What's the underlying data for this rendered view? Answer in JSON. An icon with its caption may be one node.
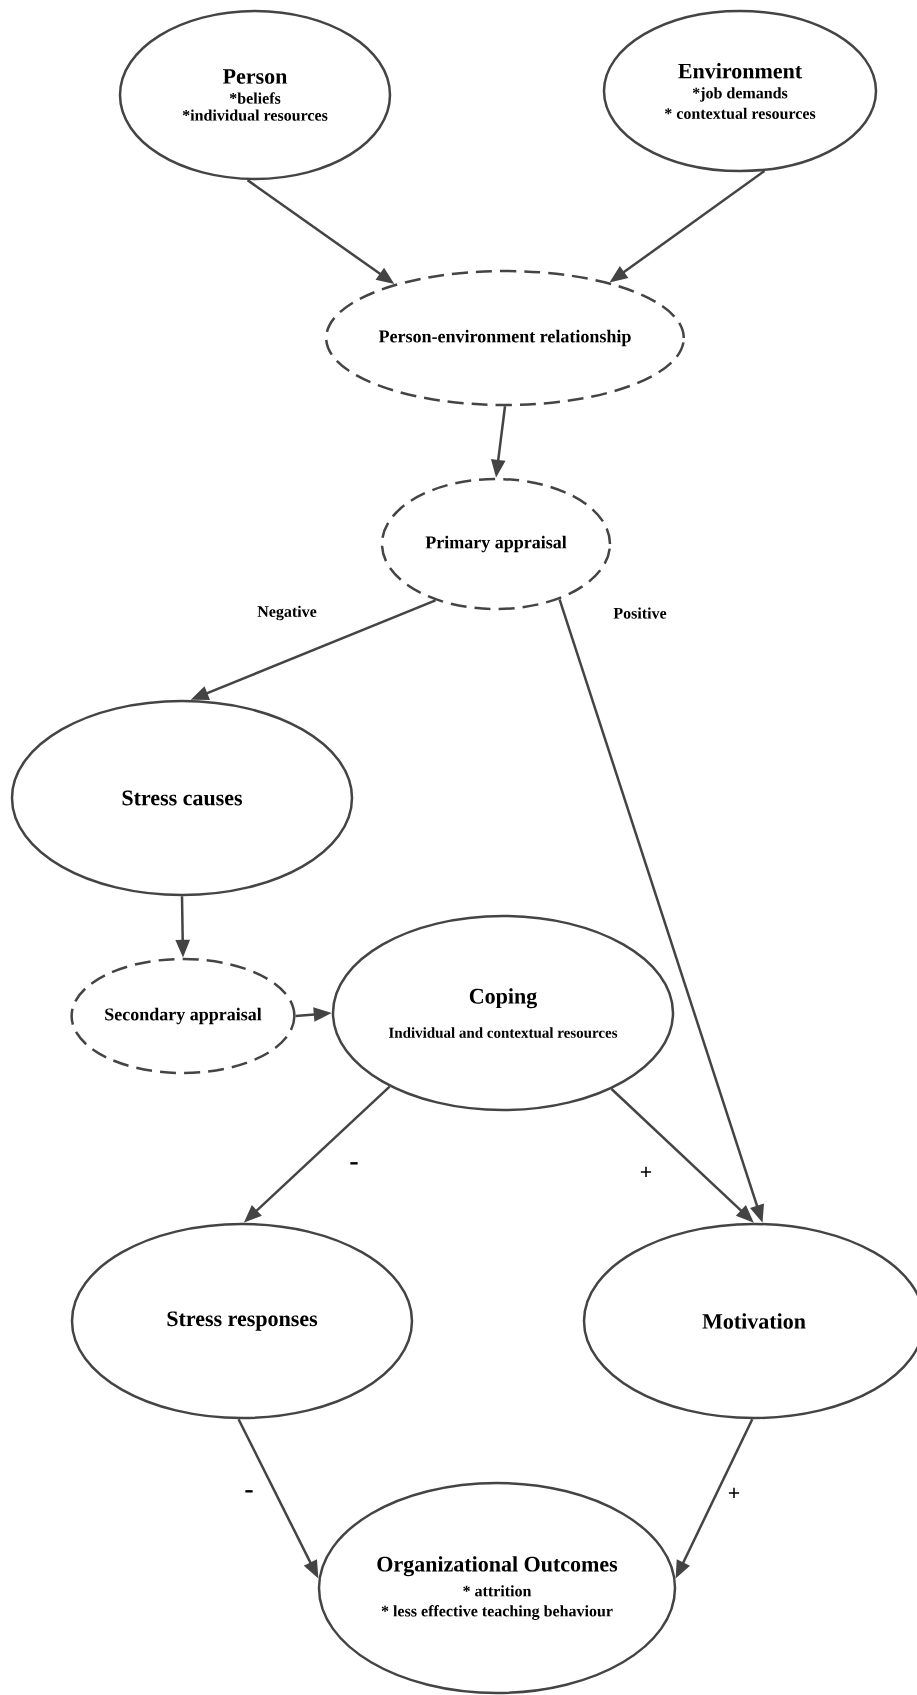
{
  "diagram": {
    "nodes": [
      {
        "text": [
          "Person",
          "*beliefs",
          "*individual resources"
        ]
      },
      {
        "text": [
          "Environment",
          "*job demands",
          "* contextual resources"
        ]
      },
      {
        "text": [
          "Person-environment relationship"
        ]
      },
      {
        "text": [
          "Primary appraisal"
        ]
      },
      {
        "text": [
          "Stress causes"
        ]
      },
      {
        "text": [
          "Secondary appraisal"
        ]
      },
      {
        "text": [
          "Coping",
          "Individual and contextual resources"
        ]
      },
      {
        "text": [
          "Stress responses"
        ]
      },
      {
        "text": [
          "Motivation"
        ]
      },
      {
        "text": [
          "Organizational Outcomes",
          "* attrition",
          "* less effective teaching behaviour"
        ]
      }
    ],
    "edges": [
      {
        "from": 0,
        "to": 2,
        "arrow": "to"
      },
      {
        "from": 1,
        "to": 2,
        "arrow": "to"
      },
      {
        "from": 2,
        "to": 3,
        "arrow": "to"
      },
      {
        "from": 3,
        "to": 4,
        "arrow": "to",
        "label": "Negative"
      },
      {
        "from": 3,
        "to": 8,
        "arrow": "to",
        "label": "Positive"
      },
      {
        "from": 4,
        "to": 5,
        "arrow": "to"
      },
      {
        "from": 5,
        "to": 6,
        "arrow": "to"
      },
      {
        "from": 6,
        "to": 7,
        "arrow": "to",
        "label": "-"
      },
      {
        "from": 6,
        "to": 8,
        "arrow": "to",
        "label": "+"
      },
      {
        "from": 7,
        "to": 9,
        "arrow": "to",
        "label": "-"
      },
      {
        "from": 8,
        "to": 9,
        "arrow": "to",
        "label": "+"
      }
    ]
  }
}
